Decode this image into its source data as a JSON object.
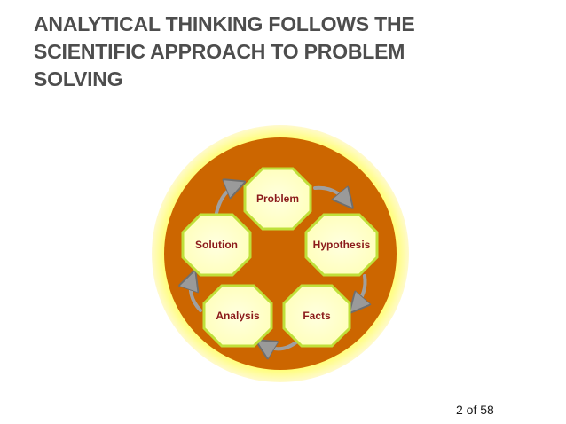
{
  "title_lines": [
    "ANALYTICAL THINKING FOLLOWS THE",
    "SCIENTIFIC APPROACH TO PROBLEM",
    "SOLVING"
  ],
  "cycle": {
    "nodes": [
      "Problem",
      "Hypothesis",
      "Facts",
      "Analysis",
      "Solution"
    ],
    "colors": {
      "outer_ring": "#ffff66",
      "outer_glow": "#fffacd",
      "inner_disc": "#cc6600",
      "node_fill": "#ffffcc",
      "node_border": "#bfe03a",
      "node_text": "#8b1a1a",
      "arrow": "#a9a9a9"
    }
  },
  "page_number": "2 of 58"
}
